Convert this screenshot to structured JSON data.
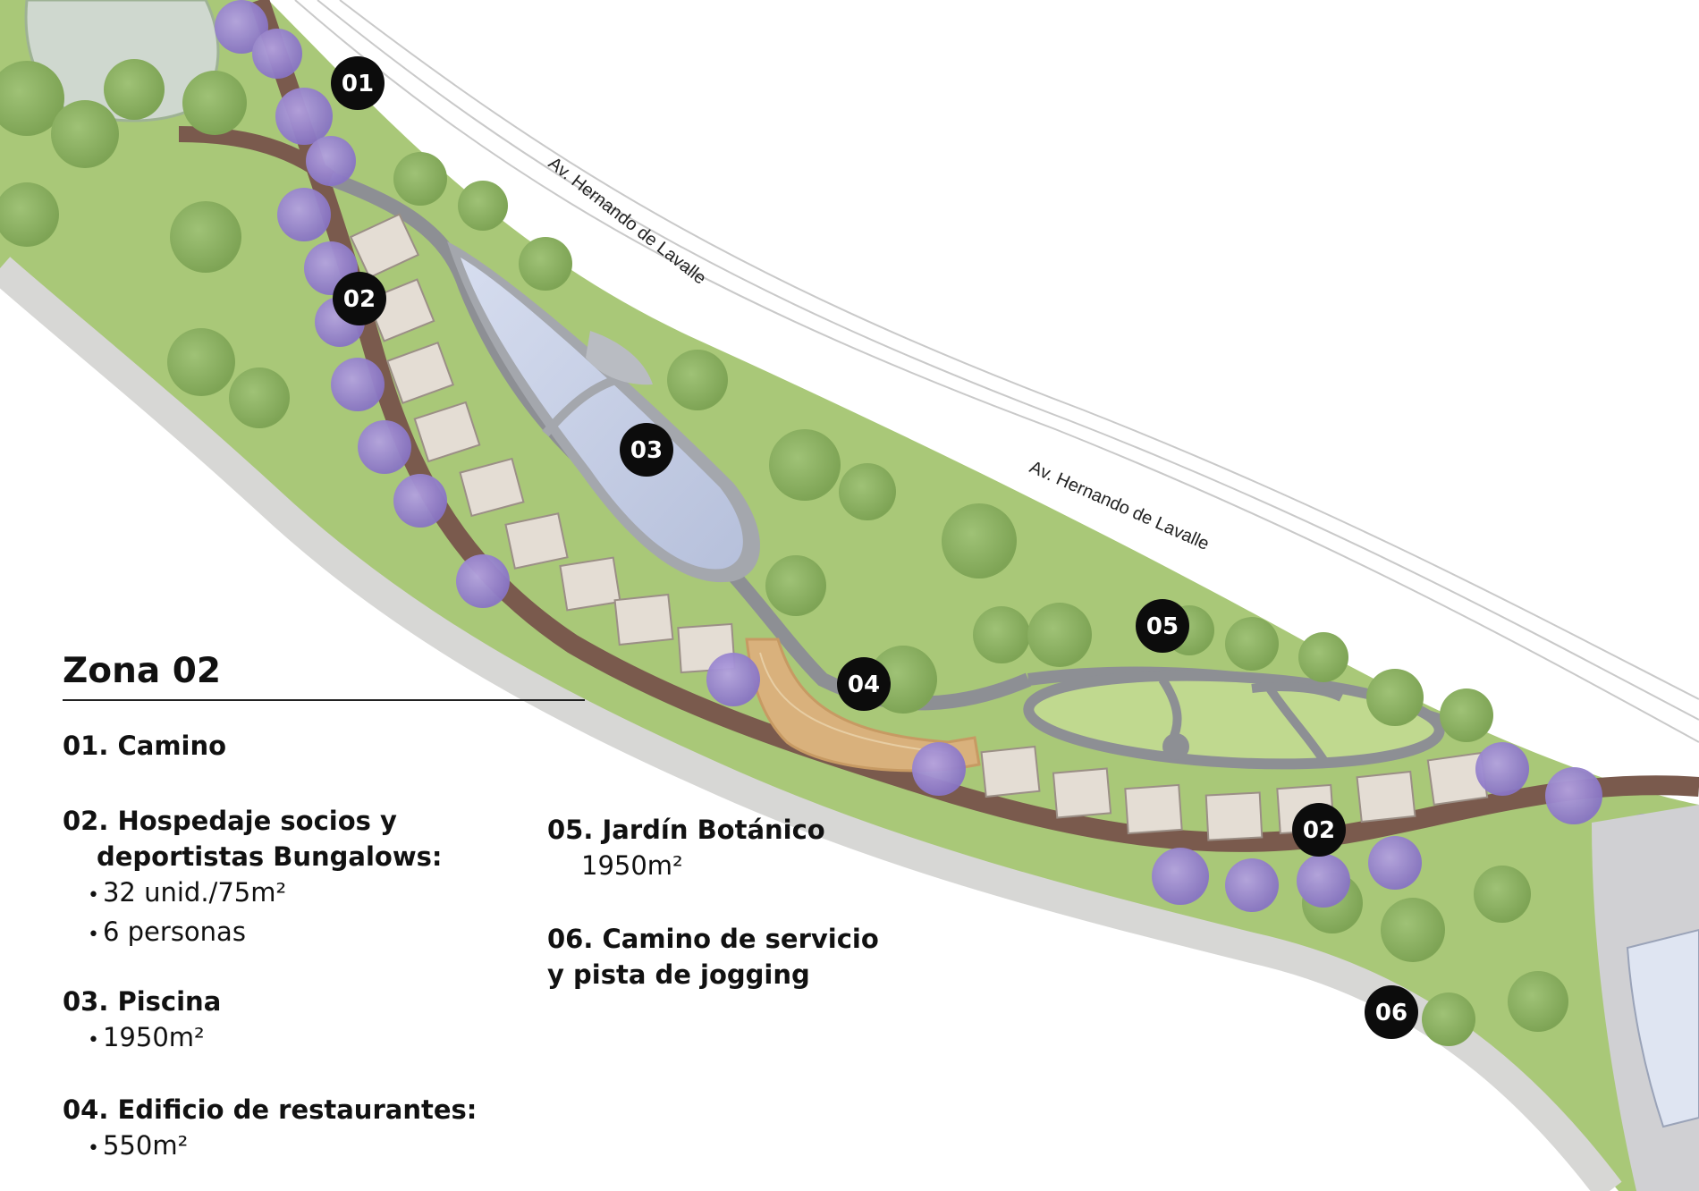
{
  "streets": [
    {
      "name": "Av. Hernando de Lavalle"
    },
    {
      "name": "Av. Hernando de Lavalle"
    }
  ],
  "markers": [
    {
      "id": "01"
    },
    {
      "id": "02"
    },
    {
      "id": "03"
    },
    {
      "id": "04"
    },
    {
      "id": "05"
    },
    {
      "id": "02"
    },
    {
      "id": "06"
    }
  ],
  "legend": {
    "title": "Zona 02",
    "items": [
      {
        "label": "01. Camino",
        "details": []
      },
      {
        "label": "02. Hospedaje socios y",
        "label_cont": "deportistas Bungalows:",
        "details": [
          "32 unid./75m²",
          "6 personas"
        ]
      },
      {
        "label": "03. Piscina",
        "details": [
          "1950m²"
        ]
      },
      {
        "label": "04. Edificio de restaurantes:",
        "details": [
          "550m²"
        ]
      },
      {
        "label": "05. Jardín Botánico",
        "label_cont": "1950m²",
        "details": []
      },
      {
        "label": "06. Camino de servicio",
        "label_cont": "y pista de jogging",
        "details": []
      }
    ]
  },
  "colors": {
    "grass": "#a9c878",
    "grass_light": "#c0d98f",
    "tree": "#8fb464",
    "jacaranda": "#9b86cf",
    "path": "#7a5a4d",
    "walkway": "#8d8f94",
    "water": "#c5cde2",
    "gravel": "#d7d7d5",
    "marker": "#0c0c0c"
  }
}
